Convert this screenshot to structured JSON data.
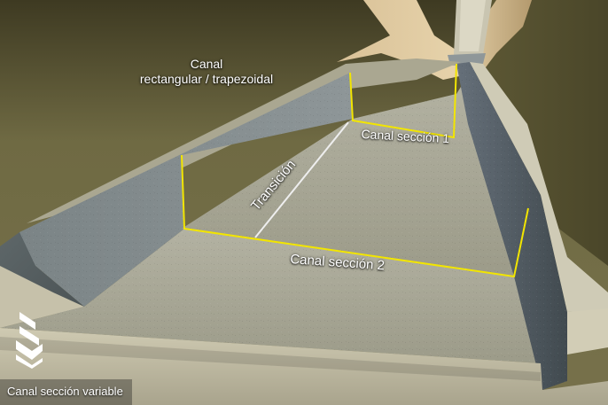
{
  "labels": {
    "title_line1": "Canal",
    "title_line2": "rectangular / trapezoidal",
    "section1": "Canal sección 1",
    "section2": "Canal sección 2",
    "transition": "Transición"
  },
  "caption": "Canal sección variable",
  "icons": {
    "logo": "brand-logo-icon"
  },
  "colors": {
    "annotation_lines": "#f2e500",
    "transition_line": "#eeeeee",
    "label_text": "#ffffff",
    "concrete_wall": "#6c7577",
    "canal_floor": "#a6a593",
    "terrain": "#6f6a43"
  }
}
